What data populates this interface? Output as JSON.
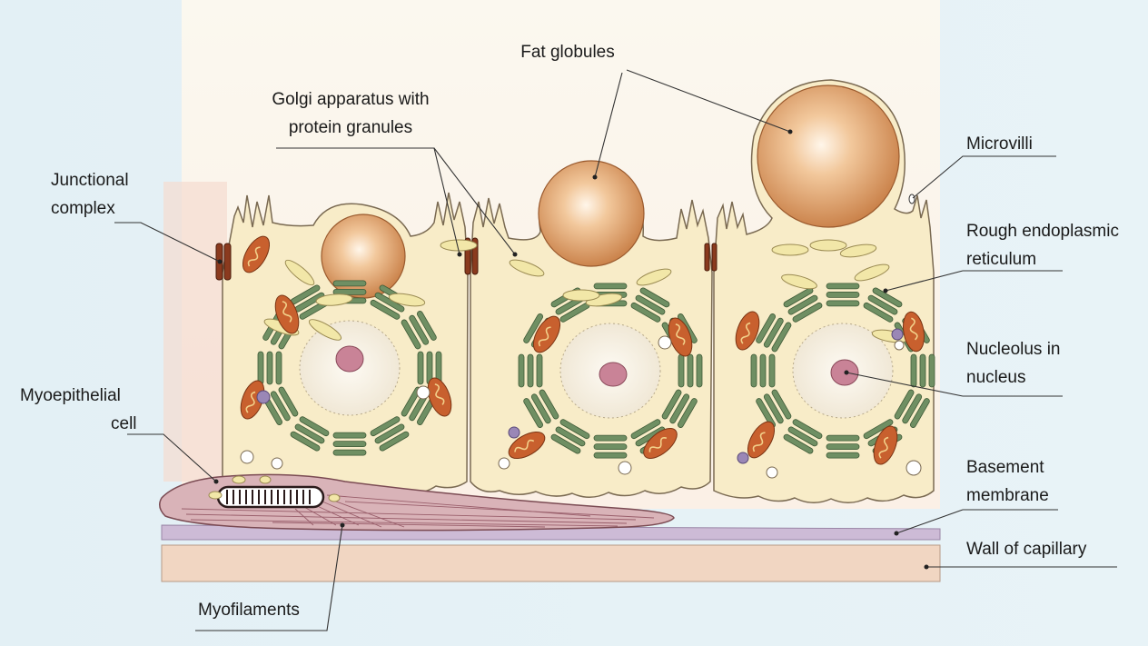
{
  "labels": {
    "fat_globules": "Fat globules",
    "golgi_line1": "Golgi apparatus with",
    "golgi_line2": "protein granules",
    "microvilli": "Microvilli",
    "junctional_line1": "Junctional",
    "junctional_line2": "complex",
    "rough_er_line1": "Rough endoplasmic",
    "rough_er_line2": "reticulum",
    "nucleolus_line1": "Nucleolus in",
    "nucleolus_line2": "nucleus",
    "myoepithelial_line1": "Myoepithelial",
    "myoepithelial_line2": "cell",
    "basement_line1": "Basement",
    "basement_line2": "membrane",
    "wall_capillary": "Wall of capillary",
    "myofilaments": "Myofilaments"
  },
  "colors": {
    "page_background": "#e6f2f6",
    "cytoplasm": "#f8ecc8",
    "cell_outline": "#7a6a52",
    "fat_globule": "#d8915a",
    "fat_highlight": "#fff6ea",
    "rough_er": "#6f8f63",
    "golgi": "#f2e7a8",
    "mitochondria": "#c8602e",
    "nucleus": "#f3ecde",
    "nucleolus": "#c98397",
    "myoepithelial": "#d9b3b8",
    "basement_membrane": "#cdbbd6",
    "capillary_wall": "#f1d6c2",
    "junction": "#8a3a1e",
    "leader_line": "#333333"
  }
}
